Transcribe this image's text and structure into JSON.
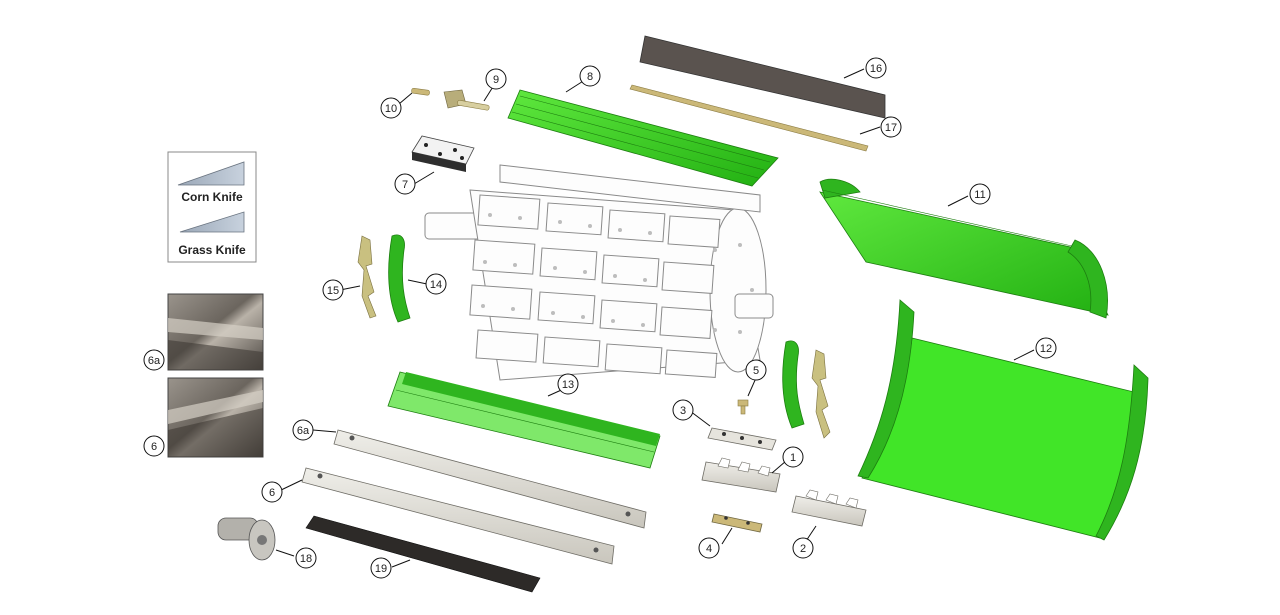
{
  "legend": {
    "corn_knife": "Corn Knife",
    "grass_knife": "Grass Knife"
  },
  "callouts": {
    "p1": "1",
    "p2": "2",
    "p3": "3",
    "p4": "4",
    "p5": "5",
    "p6": "6",
    "p6a": "6a",
    "p7": "7",
    "p8": "8",
    "p9": "9",
    "p10": "10",
    "p11": "11",
    "p12": "12",
    "p13": "13",
    "p14": "14",
    "p15": "15",
    "p16": "16",
    "p17": "17",
    "p18": "18",
    "p19": "19",
    "photo_6a": "6a",
    "photo_6": "6"
  },
  "colors": {
    "part_green": "#3fd62a",
    "part_green_dark": "#229a14",
    "steel": "#d9d7cf",
    "dark_panel": "#5a534f",
    "brass": "#cbb878",
    "rotor_line": "#8a8a8a"
  }
}
